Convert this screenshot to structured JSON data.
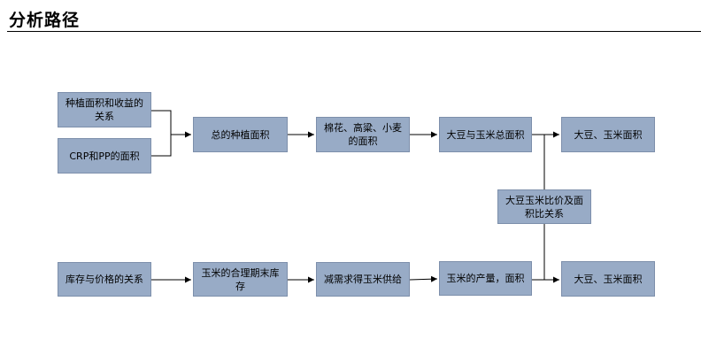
{
  "title": "分析路径",
  "nodes": {
    "b1": "种植面积和收益的关系",
    "b2": "CRP和PP的面积",
    "b3": "总的种植面积",
    "b4": "棉花、高粱、小麦的面积",
    "b5": "大豆与玉米总面积",
    "b6": "大豆、玉米面积",
    "b7": "大豆玉米比价及面积比关系",
    "b8": "库存与价格的关系",
    "b9": "玉米的合理期末库存",
    "b10": "减需求得玉米供给",
    "b11": "玉米的产量，面积",
    "b12": "大豆、玉米面积"
  }
}
